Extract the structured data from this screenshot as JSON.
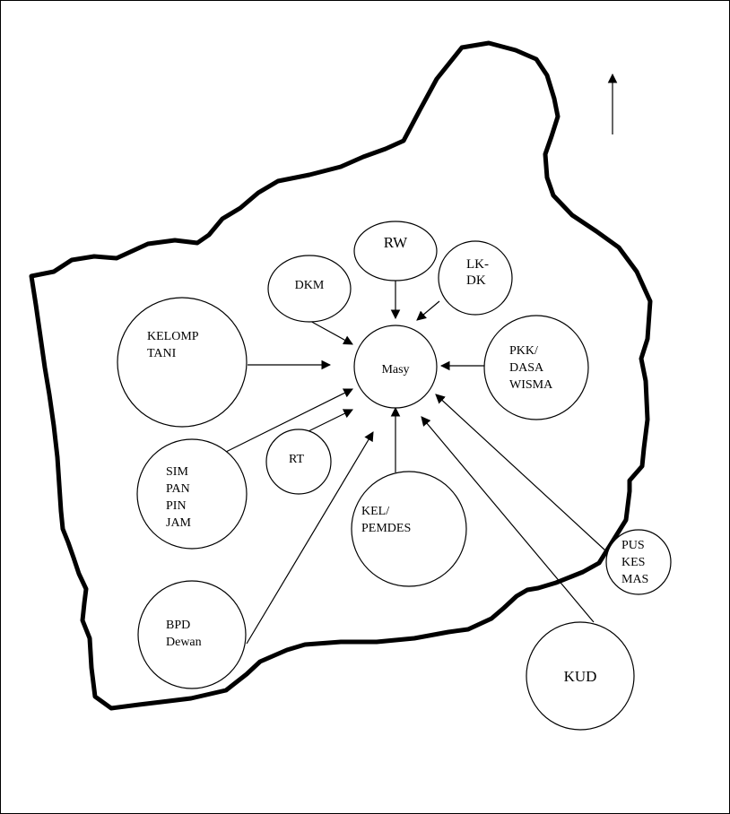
{
  "diagram": {
    "center": {
      "label": "Masy"
    },
    "nodes": {
      "rw": {
        "lines": [
          "RW"
        ]
      },
      "lkdk": {
        "lines": [
          "LK-",
          "DK"
        ]
      },
      "dkm": {
        "lines": [
          "DKM"
        ]
      },
      "kelompok_tani": {
        "lines": [
          "KELOMP",
          "TANI"
        ]
      },
      "pkk": {
        "lines": [
          "PKK/",
          "DASA",
          "WISMA"
        ]
      },
      "rt": {
        "lines": [
          "RT"
        ]
      },
      "simpan_pinjam": {
        "lines": [
          "SIM",
          "PAN",
          "PIN",
          "JAM"
        ]
      },
      "kelurahan": {
        "lines": [
          "KEL/",
          "PEMDES"
        ]
      },
      "puskesmas": {
        "lines": [
          "PUS",
          "KES",
          "MAS"
        ]
      },
      "bpd": {
        "lines": [
          "BPD",
          "Dewan"
        ]
      },
      "kud": {
        "lines": [
          "KUD"
        ]
      }
    },
    "edges": [
      {
        "from": "rw",
        "to": "center"
      },
      {
        "from": "lkdk",
        "to": "center"
      },
      {
        "from": "dkm",
        "to": "center"
      },
      {
        "from": "kelompok_tani",
        "to": "center"
      },
      {
        "from": "pkk",
        "to": "center"
      },
      {
        "from": "rt",
        "to": "center"
      },
      {
        "from": "simpan_pinjam",
        "to": "center"
      },
      {
        "from": "kelurahan",
        "to": "center"
      },
      {
        "from": "puskesmas",
        "to": "center"
      },
      {
        "from": "bpd",
        "to": "center"
      },
      {
        "from": "kud",
        "to": "center"
      }
    ]
  }
}
